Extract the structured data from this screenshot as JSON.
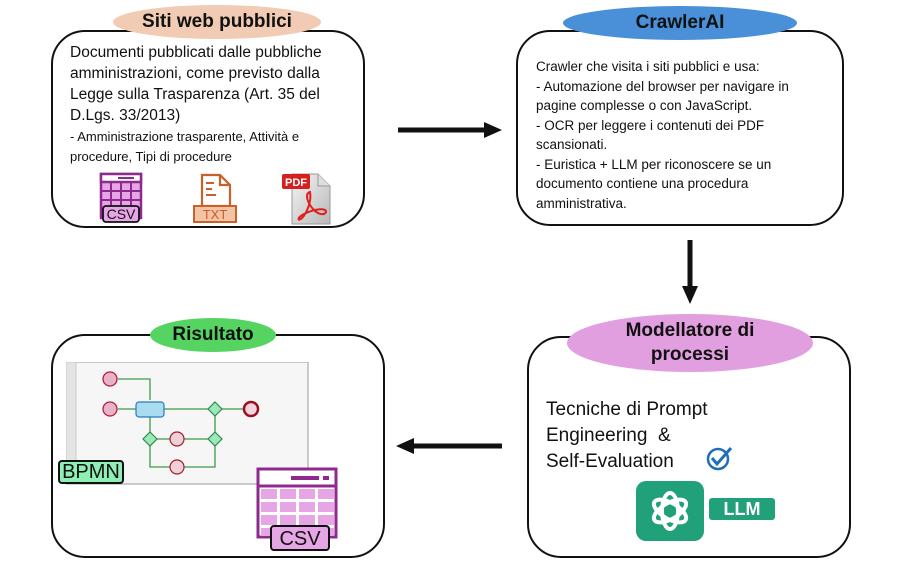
{
  "boxes": {
    "sources": {
      "title": "Siti web pubblici",
      "title_color": "#f1cbb4",
      "lines": [
        "Documenti pubblicati dalle pubbliche",
        "amministrazioni, come previsto dalla",
        "Legge sulla Trasparenza (Art. 35 del",
        "D.Lgs. 33/2013)"
      ],
      "sublines": [
        "- Amministrazione trasparente, Attività e",
        "procedure, Tipi di procedure"
      ],
      "icons": [
        {
          "name": "csv-file-icon",
          "label": "CSV",
          "color": "#8e2a8e"
        },
        {
          "name": "txt-file-icon",
          "label": "TXT",
          "color": "#c8602a"
        },
        {
          "name": "pdf-file-icon",
          "label": "PDF",
          "color": "#e02020"
        }
      ]
    },
    "crawler": {
      "title": "CrawlerAI",
      "title_color": "#4a90d9",
      "lines": [
        "Crawler che visita i siti pubblici e usa:",
        "- Automazione del browser per navigare in",
        "pagine complesse o con JavaScript.",
        "- OCR per leggere i contenuti dei PDF",
        "scansionati.",
        "- Euristica + LLM per riconoscere se un",
        "documento contiene una procedura",
        "amministrativa."
      ]
    },
    "modeler": {
      "title_line1": "Modellatore di",
      "title_line2": "processi",
      "title_color": "#e29fe0",
      "lines": [
        "Tecniche di Prompt",
        "Engineering  &",
        "Self-Evaluation"
      ],
      "llm_label": "LLM",
      "llm_color": "#21a179"
    },
    "result": {
      "title": "Risultato",
      "title_color": "#55d462",
      "bpmn_label": "BPMN",
      "bpmn_color": "#8ef0b4",
      "csv_label": "CSV",
      "csv_color": "#8e2a8e"
    }
  }
}
